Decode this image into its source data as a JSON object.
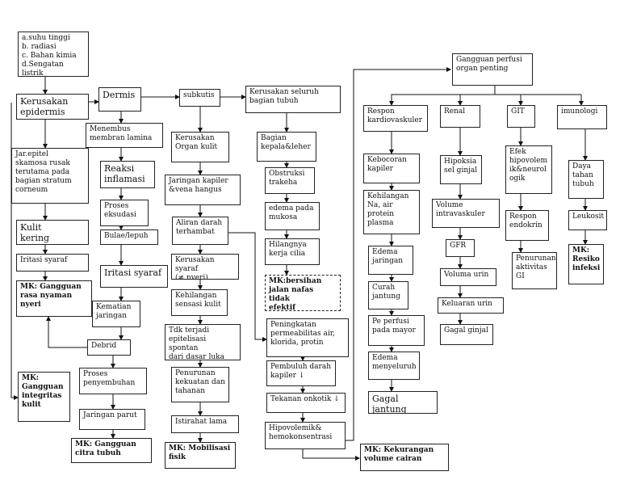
{
  "nodes": {
    "causes": "a.suhu tinggi\nb. radiasi\nc. Bahan kimia\nd.Sengatan listrik",
    "epidermis": "Kerusakan\nepidermis",
    "dermis": "Dermis",
    "subkutis": "subkutis",
    "kerusakan_seluruh": "Kerusakan seluruh\nbagian tubuh",
    "jar_epitel": "Jar.epitel\nskamosa rusak\nterutama pada\nbagian stratum\ncorneum",
    "kulit_kering": "Kulit\nkering",
    "iritasi1": "Iritasi syaraf",
    "mk_nyeri": "MK: Gangguan\nrasa nyaman\nnyeri",
    "mk_integritas": "MK:\nGangguan\nintegritas\nkulit",
    "menembus": "Menembus\nmembran lamina",
    "reaksi": "Reaksi\ninflamasi",
    "eksudasi": "Proses\neksudasi",
    "bulae": "Bulae/lepuh",
    "iritasi2": "Iritasi syaraf",
    "kematian": "Kematian\njaringan",
    "debrid": "Debrid",
    "penyembuhan": "Proses\npenyembuhan",
    "parut": "Jaringan parut",
    "mk_citra": "MK: Gangguan\ncitra tubuh",
    "organ_kulit": "Kerusakan\nOrgan kulit",
    "kapiler_hangus": "Jaringan kapiler\n&vena hangus",
    "aliran": "Aliran darah\nterhambat",
    "syaraf": "Kerusakan syaraf\n(≠ nyeri)",
    "sensasi": "Kehilangan\nsensasi kulit",
    "epitelisasi": "Tdk terjadi\nepitelisasi spontan\ndari dasar luka",
    "kekuatan": "Penurunan\nkekuatan dan\ntahanan",
    "istirahat": "Istirahat lama",
    "mk_mobilisasi": "MK: Mobilisasi\nfisik",
    "kepala": "Bagian\nkepala&leher",
    "obstruksi": "Obstruksi\ntrakeha",
    "edema_mukosa": "edema pada\nmukosa",
    "silia": "Hilangnya\nkerja cilia",
    "mk_jalan_nafas": "MK:bersihan\njalan nafas tidak\nefektif",
    "permeabilitas": "Peningkatan\npermeabilitas air,\nklorida, protin",
    "pembuluh": "Pembuluh darah\nkapiler    ↓",
    "onkotik": "Tekanan onkotik  ↓",
    "hipovolemik": "Hipovolemik&\nhemokonsentrasi",
    "mk_cairan": "MK: Kekurangan\nvolume cairan",
    "perfusi": "Gangguan perfusi\norgan penting",
    "respon_kardio": "Respon\nkardiovaskuler",
    "renal": "Renal",
    "git": "GIT",
    "imunologi": "imunologi",
    "kebocoran": "Kebocoran\nkapiler",
    "kehilangan_na": "Kehilangan\nNa, air\nprotein\nplasma",
    "edema_jaringan": "Edema\njaringan",
    "curah": "Curah\njantung",
    "pe_perfusi": "Pe perfusi\npada mayor",
    "edema_menyeluruh": "Edema\nmenyeluruh",
    "gagal_jantung": "Gagal jantung",
    "hipoksia": "Hipoksia\nsel ginjal",
    "volume_intra": "Volume\nintravaskuler",
    "gfr": "GFR",
    "volume_urin": "Voluma urin",
    "keluaran_urin": "Keluaran urin",
    "gagal_ginjal": "Gagal ginjal",
    "efek": "Efek\nhipovolem\nik&neurol\nogik",
    "respon_endokrin": "Respon\nendokrin",
    "penurunan_gi": "Penurunan\naktivitas\nGI",
    "daya_tahan": "Daya\ntahan\ntubuh",
    "leukosit": "Leukosit",
    "mk_infeksi": "MK:\nResiko\ninfeksi"
  }
}
